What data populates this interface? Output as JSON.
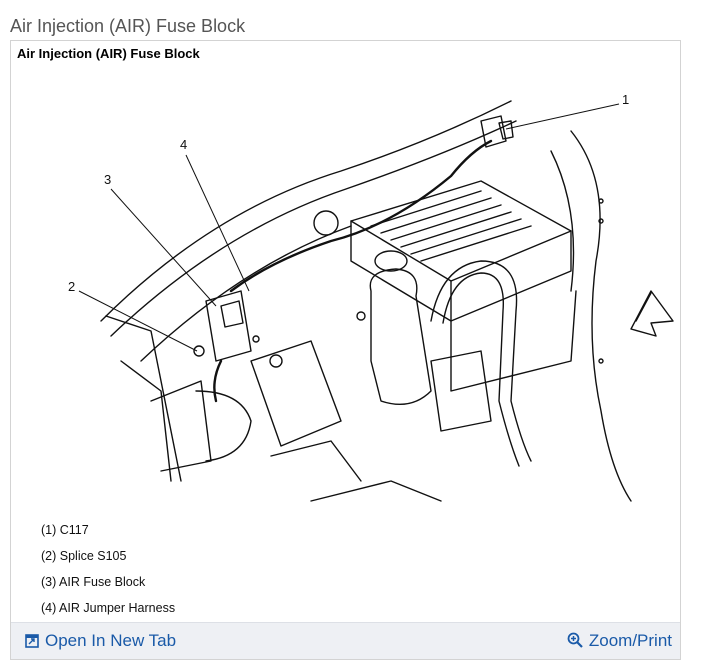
{
  "page": {
    "title": "Air Injection (AIR) Fuse Block"
  },
  "figure": {
    "title": "Air Injection (AIR) Fuse Block",
    "callouts": [
      "1",
      "2",
      "3",
      "4"
    ],
    "legend": [
      "(1) C117",
      "(2) Splice S105",
      "(3) AIR Fuse Block",
      "(4) AIR Jumper Harness"
    ]
  },
  "footer": {
    "open_tab_label": "Open In New Tab",
    "zoom_label": "Zoom/Print",
    "link_color": "#1a5aa8",
    "bar_color": "#eef0f4"
  }
}
